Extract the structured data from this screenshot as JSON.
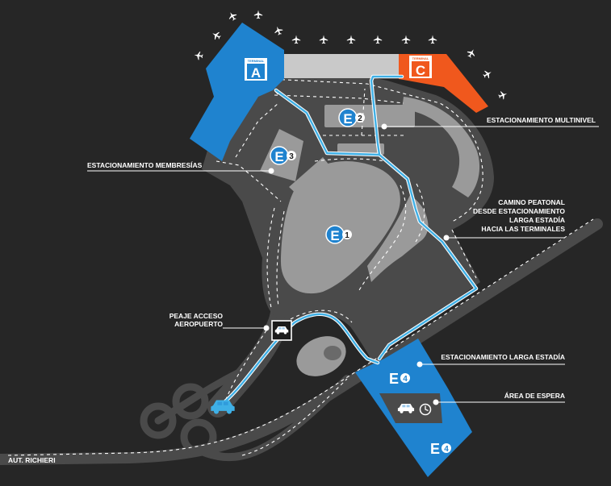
{
  "colors": {
    "background": "#262626",
    "road": "#4a4a4a",
    "lot": "#9a9a9a",
    "walkway": "#3fb0e6",
    "terminal_a": "#1f83cf",
    "terminal_c": "#f0581d",
    "long_stay": "#1f83cf"
  },
  "terminals": {
    "a": {
      "caption": "TERMINAL",
      "letter": "A"
    },
    "c": {
      "caption": "TERMINAL",
      "letter": "C"
    }
  },
  "parking": {
    "e1": {
      "letter": "E",
      "number": "1"
    },
    "e2": {
      "letter": "E",
      "number": "2"
    },
    "e3": {
      "letter": "E",
      "number": "3"
    },
    "e4a": {
      "letter": "E",
      "number": "4"
    },
    "e4b": {
      "letter": "E",
      "number": "4"
    }
  },
  "labels": {
    "multinivel": "ESTACIONAMIENTO MULTINIVEL",
    "membresias": "ESTACIONAMIENTO MEMBRESÍAS",
    "camino": [
      "CAMINO PEATONAL",
      "DESDE ESTACIONAMIENTO",
      "LARGA ESTADÍA",
      "HACIA LAS TERMINALES"
    ],
    "peaje": [
      "PEAJE ACCESO",
      "AEROPUERTO"
    ],
    "larga": "ESTACIONAMIENTO LARGA ESTADÍA",
    "espera": "ÁREA DE ESPERA",
    "highway": "AUT. RICHIERI"
  },
  "icons": {
    "airplane": "airplane-icon",
    "car": "car-icon",
    "clock": "clock-icon",
    "toll": "toll-car-icon"
  }
}
